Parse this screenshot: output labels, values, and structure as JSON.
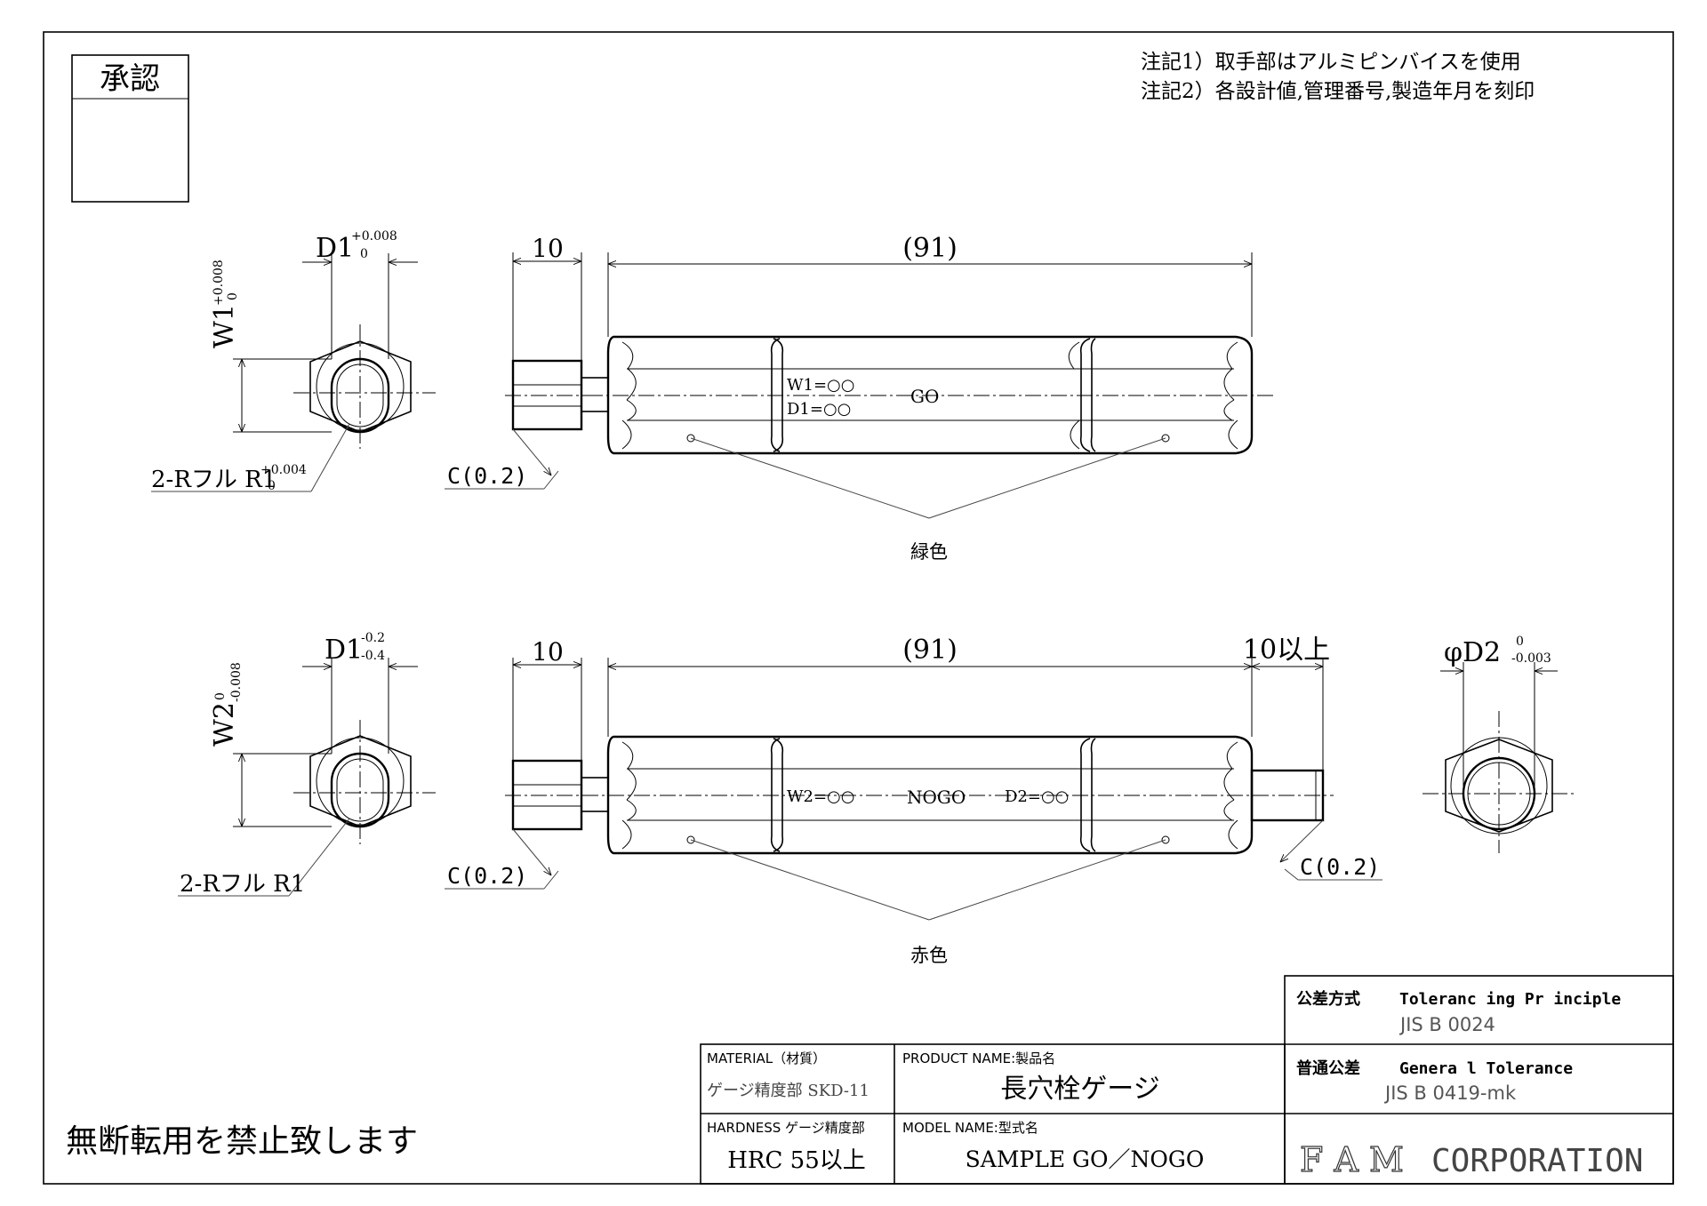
{
  "approval": {
    "label": "承認"
  },
  "notes": [
    "注記1）取手部はアルミピンバイスを使用",
    "注記2）各設計値,管理番号,製造年月を刻印"
  ],
  "go_view": {
    "w1_label": "W1",
    "w1_tol_upper": "+0.008",
    "w1_tol_lower": "0",
    "d1_label": "D1",
    "d1_tol_upper": "+0.008",
    "d1_tol_lower": "0",
    "radius_label": "2-Rフル R1",
    "radius_tol_upper": "+0.004",
    "radius_tol_lower": "0",
    "dim_handle": "10",
    "dim_body": "(91)",
    "chamfer": "C(0.2)",
    "engraving_w1": "W1=○○",
    "engraving_d1": "D1=○○",
    "engraving_type": "GO",
    "color_note": "緑色"
  },
  "nogo_view": {
    "w2_label": "W2",
    "w2_tol_upper": "0",
    "w2_tol_lower": "-0.008",
    "d1_label": "D1",
    "d1_tol_upper": "-0.2",
    "d1_tol_lower": "-0.4",
    "radius_label": "2-Rフル R1",
    "dim_handle": "10",
    "dim_body": "(91)",
    "dim_pin": "10以上",
    "d2_label": "φD2",
    "d2_tol_upper": "0",
    "d2_tol_lower": "-0.003",
    "chamfer_left": "C(0.2)",
    "chamfer_right": "C(0.2)",
    "engraving_w2": "W2=○○",
    "engraving_type": "NOGO",
    "engraving_d2": "D2=○○",
    "color_note": "赤色"
  },
  "title_block": {
    "tolerancing_jp": "公差方式",
    "tolerancing_en": "Toleranc ing Pr inciple",
    "tolerancing_std": "JIS B 0024",
    "general_jp": "普通公差",
    "general_en": "Genera l Tolerance",
    "general_std": "JIS B 0419-mk",
    "material_label": "MATERIAL（材質）",
    "material_value": "ゲージ精度部 SKD-11",
    "product_label": "PRODUCT NAME:製品名",
    "product_value": "長穴栓ゲージ",
    "hardness_label": "HARDNESS ゲージ精度部",
    "hardness_value": "HRC 55以上",
    "model_label": "MODEL NAME:型式名",
    "model_value": "SAMPLE GO／NOGO",
    "company_outline": "F A M",
    "company_name": "CORPORATION"
  },
  "footer_note": "無断転用を禁止致します"
}
